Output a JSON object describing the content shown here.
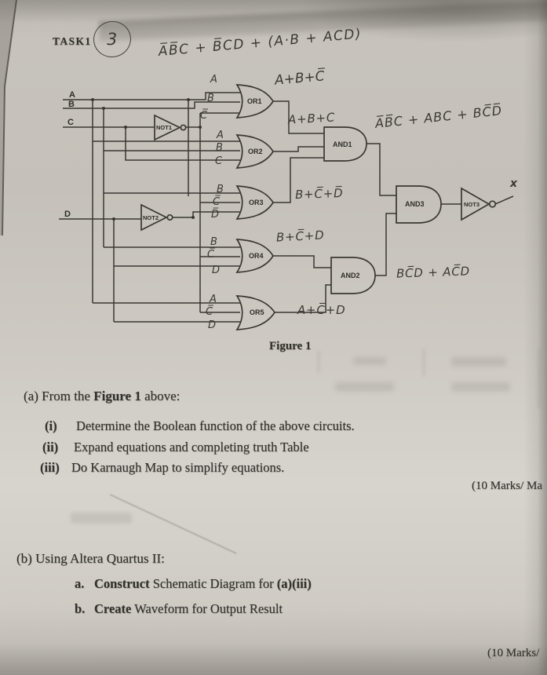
{
  "header": {
    "task_label": "TASK1",
    "task_number": "3",
    "top_formula": "A̅B̅C + B̅CD + (A·B + ACD)"
  },
  "circuit": {
    "inputs": [
      "A",
      "B",
      "C",
      "D"
    ],
    "gates": {
      "not1": "NOT1",
      "not2": "NOT2",
      "not3": "NOT3",
      "or1": "OR1",
      "or2": "OR2",
      "or3": "OR3",
      "or4": "OR4",
      "or5": "OR5",
      "and1": "AND1",
      "and2": "AND2",
      "and3": "AND3"
    },
    "output_label": "x",
    "annotations": {
      "or1_out": "A+B+C̅",
      "or2_out": "A+B+C",
      "or3_out": "B+C̅+D̅",
      "or4_out": "B+C̅+D",
      "or5_out": "A+C̅+D",
      "and1_out": "A̅B̅C + ABC + BC̅D̅",
      "and2_out": "BC̅D + AC̅D",
      "or1_in": [
        "A",
        "B",
        "C̅"
      ],
      "or2_in": [
        "A",
        "B",
        "C"
      ],
      "or3_in": [
        "B",
        "C̅",
        "D̅"
      ],
      "or4_in": [
        "B",
        "C̅",
        "D"
      ],
      "or5_in": [
        "A",
        "C̅",
        "D"
      ]
    },
    "caption": "Figure 1"
  },
  "question_a": {
    "prefix": "(a) From the ",
    "bold": "Figure 1",
    "suffix": " above:",
    "items": [
      {
        "num": "(i)",
        "text": "Determine the Boolean function of the above circuits."
      },
      {
        "num": "(ii)",
        "text": "Expand equations and completing truth Table"
      },
      {
        "num": "(iii)",
        "text": "Do Karnaugh Map to simplify equations."
      }
    ],
    "marks": "(10 Marks/ Ma"
  },
  "question_b": {
    "title": "(b) Using Altera Quartus II:",
    "items": [
      {
        "num": "a.",
        "bold": "Construct",
        "text": " Schematic Diagram for ",
        "bold2": "(a)(iii)"
      },
      {
        "num": "b.",
        "bold": "Create",
        "text": " Waveform for Output Result",
        "bold2": ""
      }
    ],
    "marks": "(10 Marks/"
  }
}
